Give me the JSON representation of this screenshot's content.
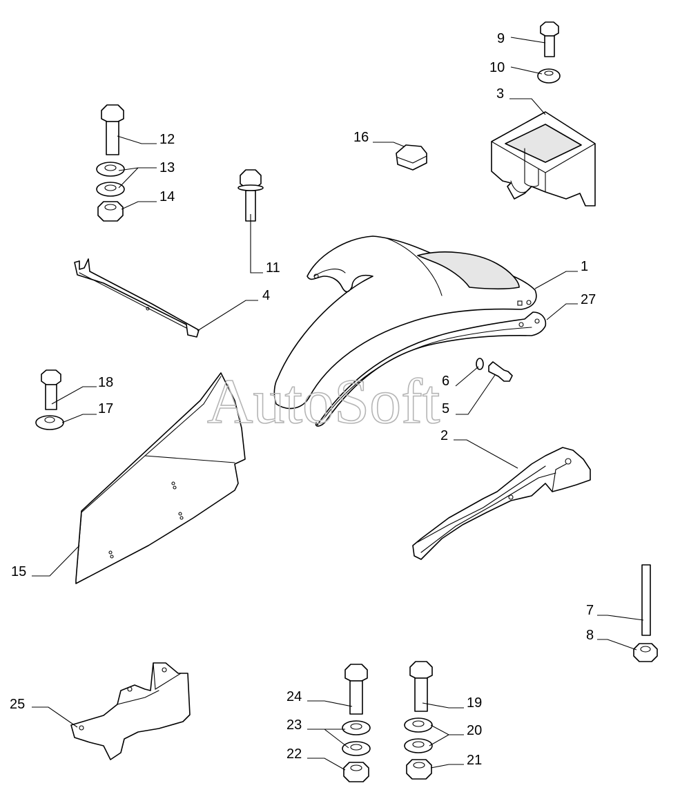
{
  "watermark": "AutoSoft",
  "callouts": {
    "c1": "1",
    "c2": "2",
    "c3": "3",
    "c4": "4",
    "c5": "5",
    "c6": "6",
    "c7": "7",
    "c8": "8",
    "c9": "9",
    "c10": "10",
    "c11": "11",
    "c12": "12",
    "c13": "13",
    "c14": "14",
    "c15": "15",
    "c16": "16",
    "c17": "17",
    "c18": "18",
    "c19": "19",
    "c20": "20",
    "c21": "21",
    "c22": "22",
    "c23": "23",
    "c24": "24",
    "c25": "25",
    "c27": "27"
  }
}
